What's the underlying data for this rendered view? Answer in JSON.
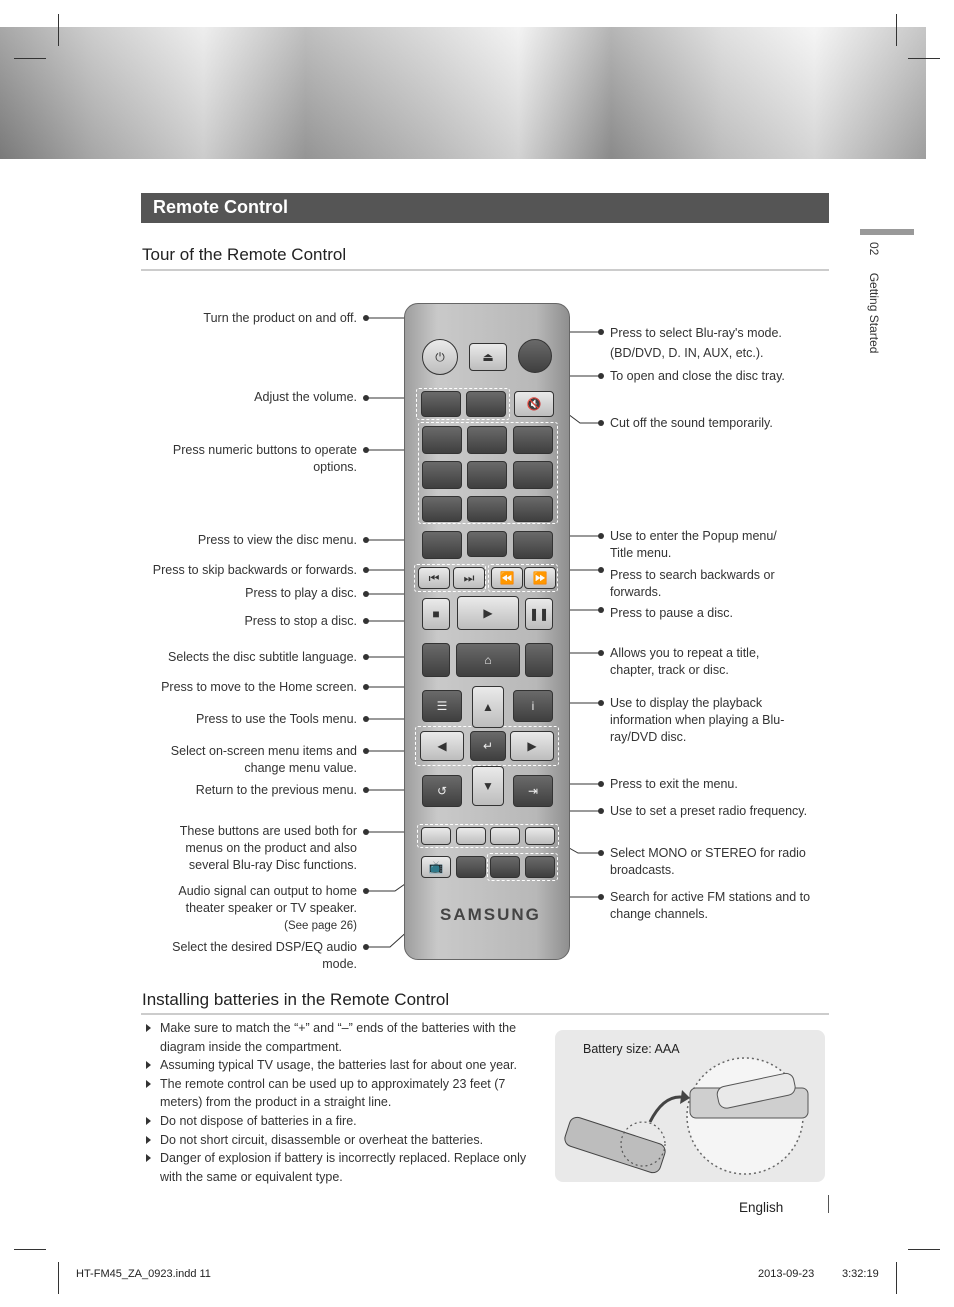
{
  "section": {
    "title": "Remote Control"
  },
  "side": {
    "num": "02",
    "label": "Getting Started"
  },
  "tour": {
    "heading": "Tour of the Remote Control",
    "left_labels": [
      "Turn the product on and off.",
      "Adjust the volume.",
      "Press numeric buttons to operate options.",
      "Press to view the disc menu.",
      "Press to skip backwards or forwards.",
      "Press to play a disc.",
      "Press to stop a disc.",
      "Selects the disc subtitle language.",
      "Press to move to the Home screen.",
      "Press to use the Tools menu.",
      "Select on-screen menu items and change menu value.",
      "Return to the previous menu.",
      "These buttons are used both for menus on the product and also several Blu-ray Disc functions.",
      "Audio signal can output to home theater speaker or TV speaker.",
      "Select the desired DSP/EQ audio mode."
    ],
    "see_page": "(See page 26)",
    "right_labels": [
      "Press to select Blu-ray's mode.",
      "(BD/DVD, D. IN, AUX, etc.).",
      "To open and close the disc tray.",
      "Cut off the sound temporarily.",
      "Use to enter the Popup menu/ Title menu.",
      "Press to search backwards or forwards.",
      "Press to pause a disc.",
      "Allows you to repeat a title, chapter, track or disc.",
      "Use to display the playback information when playing a Blu-ray/DVD disc.",
      "Press to exit the menu.",
      "Use to set a preset radio frequency.",
      "Select MONO or STEREO for radio broadcasts.",
      "Search for active FM stations and to change channels."
    ],
    "remote_logo": "SAMSUNG"
  },
  "batteries": {
    "heading": "Installing batteries in the Remote Control",
    "items": [
      "Make sure to match the “+” and “–” ends of the batteries with the diagram inside the compartment.",
      "Assuming typical TV usage, the batteries last for about one year.",
      "The remote control can be used up to approximately 23 feet (7 meters) from the product in a straight line.",
      "Do not dispose of batteries in a fire.",
      "Do not short circuit, disassemble or overheat the batteries.",
      "Danger of explosion if battery is incorrectly replaced. Replace only with the same or equivalent type."
    ],
    "size_caption": "Battery size: AAA"
  },
  "footer": {
    "language": "English",
    "file": "HT-FM45_ZA_0923.indd   11",
    "date": "2013-09-23",
    "time": "3:32:19"
  },
  "icons": [
    "power-icon",
    "eject-icon",
    "mute-icon",
    "prev-icon",
    "next-icon",
    "rewind-icon",
    "fast-forward-icon",
    "stop-icon",
    "play-icon",
    "pause-icon",
    "home-icon",
    "tools-icon",
    "info-icon",
    "arrow-up-icon",
    "arrow-down-icon",
    "arrow-left-icon",
    "arrow-right-icon",
    "enter-icon",
    "return-icon",
    "exit-icon",
    "tv-speaker-icon"
  ]
}
